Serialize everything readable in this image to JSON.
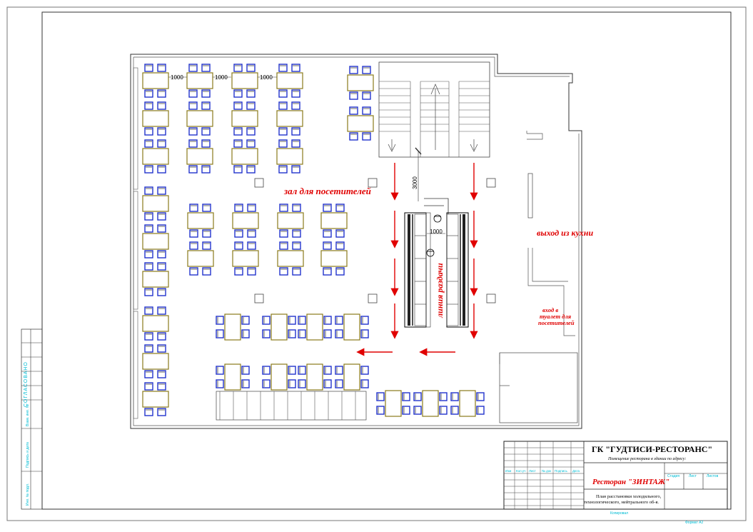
{
  "colors": {
    "chair": "#2233cc",
    "table_edge": "#8a7a1a",
    "arrow": "#e00000",
    "label_red": "#e00000",
    "stamp_text": "#00bcd4"
  },
  "labels": {
    "hall": "зал для посетителей",
    "kitchen_exit": "выход из кухни",
    "serving_line": "линия раздачи",
    "toilet_line1": "вход в",
    "toilet_line2": "туалет для",
    "toilet_line3": "посетителей"
  },
  "dimensions": {
    "d1": "1000",
    "d2": "1000",
    "d3": "1000",
    "d4": "1000",
    "vertical": "3000"
  },
  "side_stamp": {
    "text": "СОГЛАСОВАНО",
    "field1": "Взам. инв. №",
    "field2": "Подпись и дата",
    "field3": "Инв. № подл."
  },
  "title_block": {
    "company": "ГК \"ГУДТИСИ-РЕСТОРАНС\"",
    "address": "Помещение ресторана в здании по адресу:",
    "restaurant": "Ресторан \"ЗИНТАЖ\"",
    "description_line1": "План расстановки холодильного,",
    "description_line2": "технологического, нейтрального об-я.",
    "col_izm": "Изм",
    "col_kol": "Кол.уч",
    "col_list": "Лист",
    "col_doc": "№ док",
    "col_sign": "Подпись",
    "col_date": "Дата",
    "stage": "Стадия",
    "sheet": "Лист",
    "sheets": "Листов",
    "copied": "Копировал",
    "format": "Формат A2"
  }
}
